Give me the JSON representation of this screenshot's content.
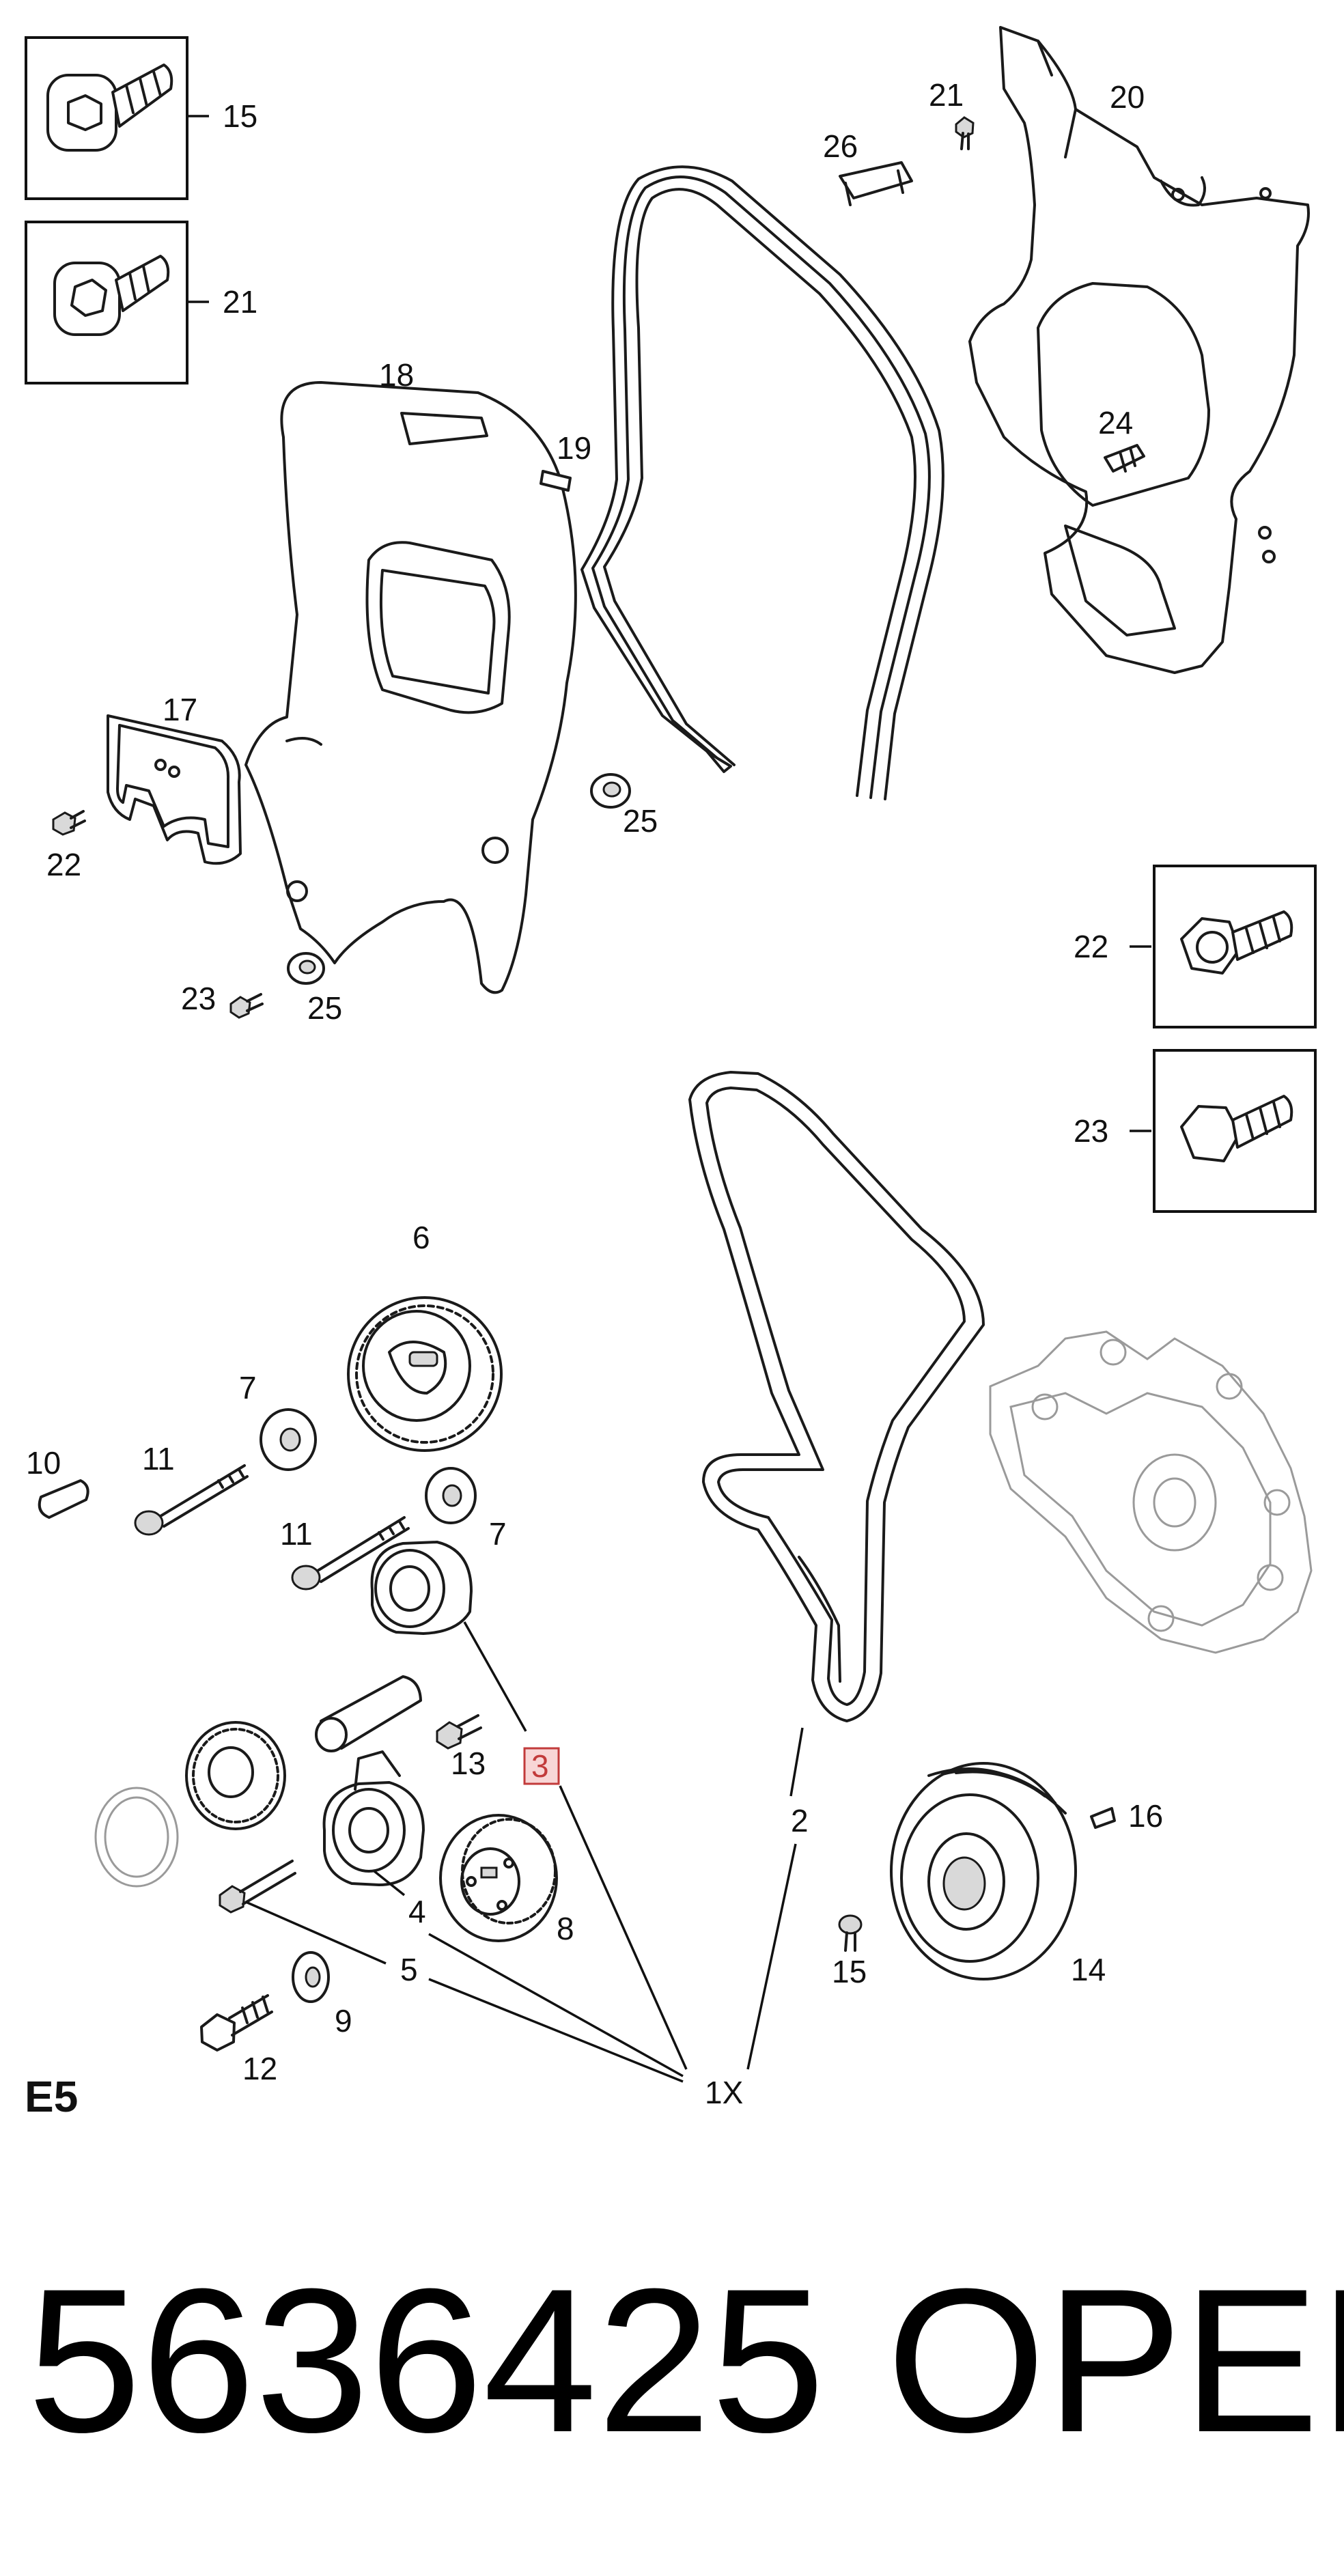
{
  "section_label": "E5",
  "part_number": "5636425",
  "brand": "OPEL",
  "callouts": {
    "c1": "1X",
    "c2": "2",
    "c3": "3",
    "c4": "4",
    "c5": "5",
    "c6": "6",
    "c7a": "7",
    "c7b": "7",
    "c8": "8",
    "c9": "9",
    "c10": "10",
    "c11a": "11",
    "c11b": "11",
    "c12": "12",
    "c13": "13",
    "c14": "14",
    "c15a": "15",
    "c15b": "15",
    "c16": "16",
    "c17": "17",
    "c18": "18",
    "c19": "19",
    "c20": "20",
    "c21a": "21",
    "c21b": "21",
    "c22a": "22",
    "c22b": "22",
    "c23a": "23",
    "c23b": "23",
    "c24": "24",
    "c25a": "25",
    "c25b": "25",
    "c26": "26"
  },
  "highlighted_callout": "3",
  "colors": {
    "highlight_fill": "#f8d6d6",
    "highlight_stroke": "#c23b3b",
    "line": "#1a1a1a"
  }
}
